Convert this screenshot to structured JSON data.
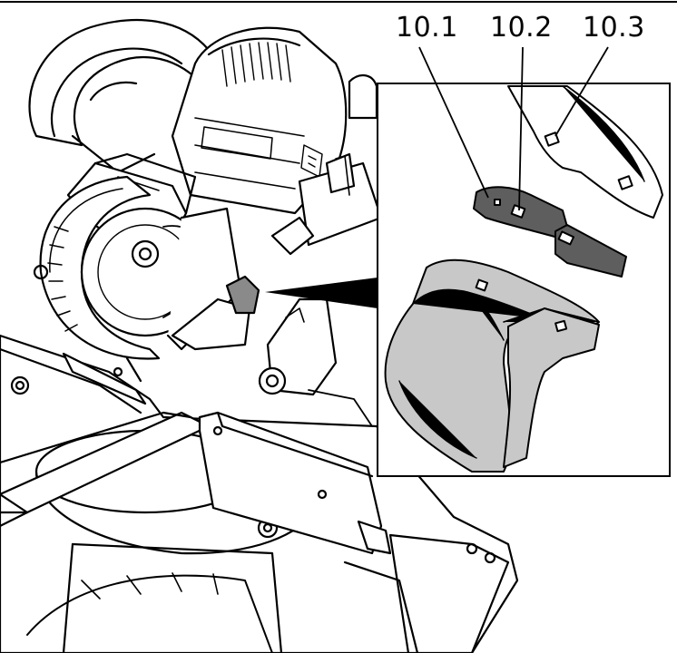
{
  "callouts": [
    {
      "label": "10.1"
    },
    {
      "label": "10.2"
    },
    {
      "label": "10.3"
    }
  ],
  "colors": {
    "line": "#000000",
    "background": "#ffffff",
    "part_dark": "#5e5e5e",
    "part_light": "#c8c8c8"
  }
}
